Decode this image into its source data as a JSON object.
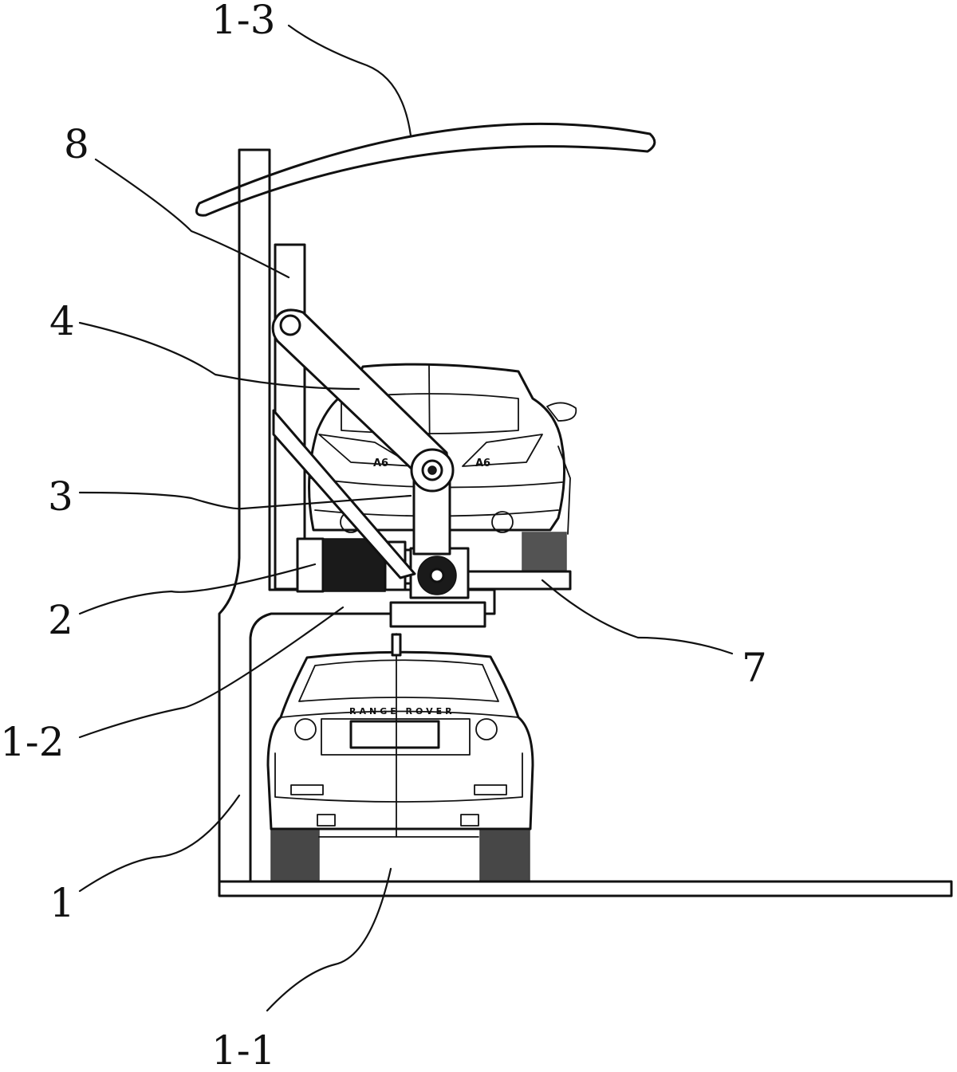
{
  "labels": {
    "l13": "1-3",
    "l8": "8",
    "l4": "4",
    "l3": "3",
    "l2": "2",
    "l12": "1-2",
    "l7": "7",
    "l1": "1",
    "l11": "1-1"
  },
  "car_markings": {
    "lower_brand": "RANGE ROVER",
    "upper_left_badge": "A6",
    "upper_right_badge": "A6"
  }
}
